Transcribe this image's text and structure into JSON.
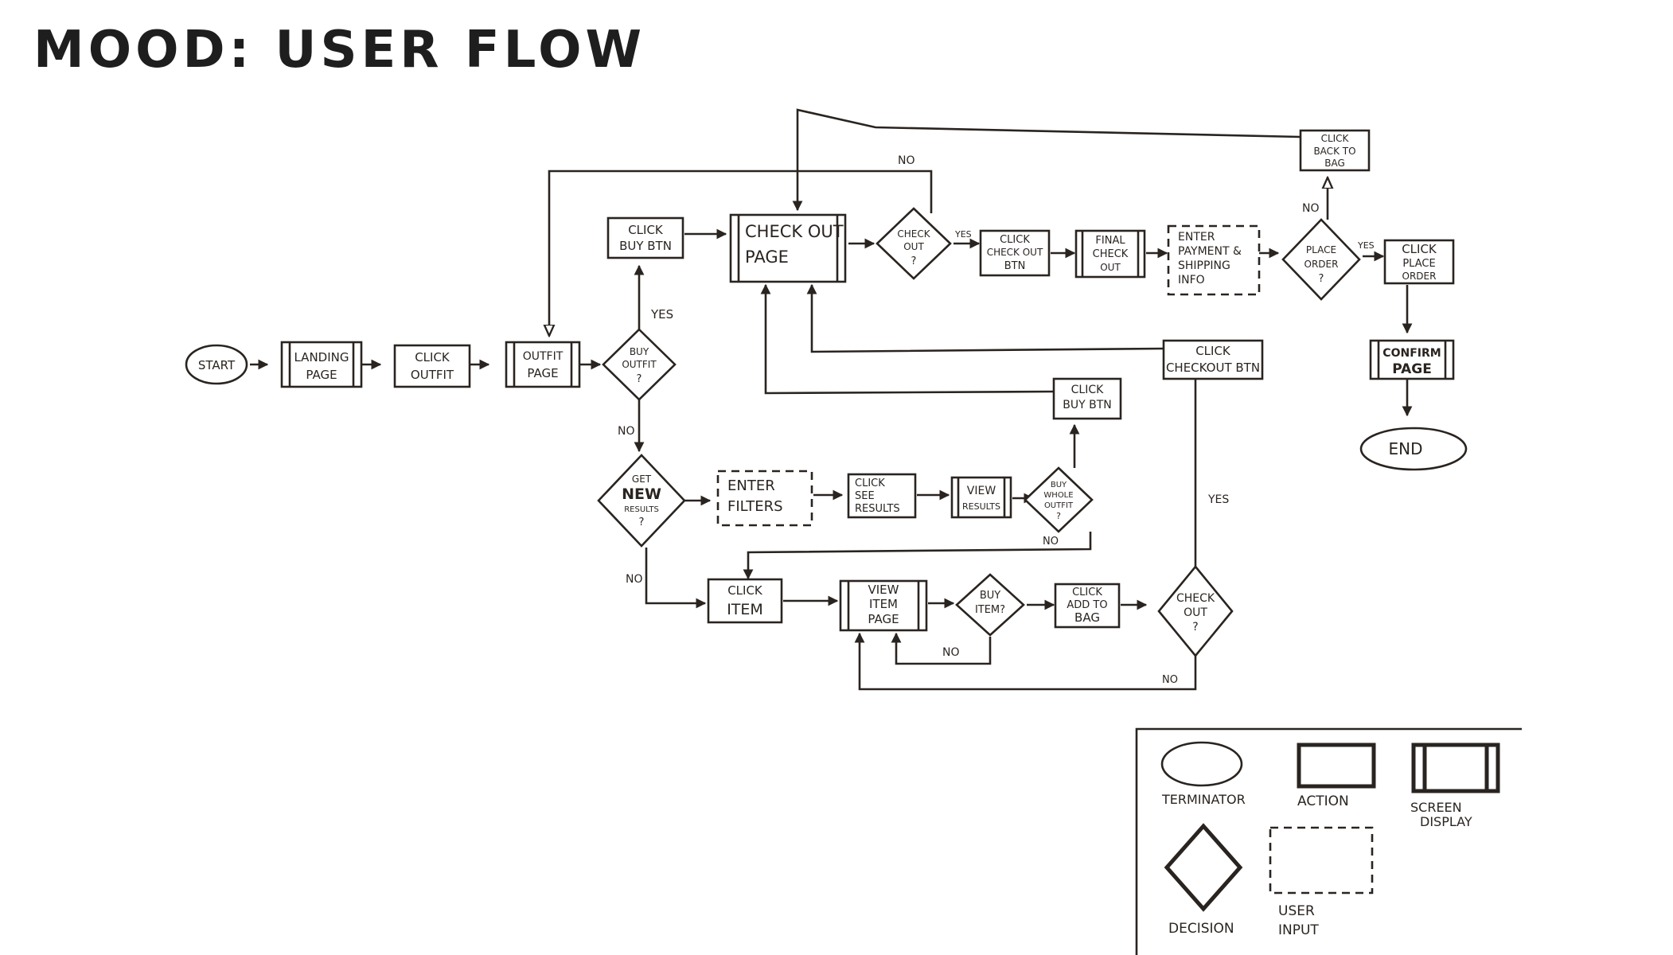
{
  "title": "MOOD: USER FLOW",
  "nodes": {
    "start": "START",
    "landing_page": [
      "LANDING",
      "PAGE"
    ],
    "click_outfit": [
      "CLICK",
      "OUTFIT"
    ],
    "outfit_page": [
      "OUTFIT",
      "PAGE"
    ],
    "buy_outfit": [
      "BUY",
      "OUTFIT",
      "?"
    ],
    "click_buy_btn_top": [
      "CLICK",
      "BUY BTN"
    ],
    "check_out_page": [
      "CHECK OUT",
      "PAGE"
    ],
    "check_out_decision_top": [
      "CHECK",
      "OUT",
      "?"
    ],
    "click_check_out_btn": [
      "CLICK",
      "CHECK OUT",
      "BTN"
    ],
    "final_check_out": [
      "FINAL",
      "CHECK",
      "OUT"
    ],
    "enter_payment": [
      "ENTER",
      "PAYMENT &",
      "SHIPPING",
      "INFO"
    ],
    "place_order": [
      "PLACE",
      "ORDER",
      "?"
    ],
    "click_back_to_bag": [
      "CLICK",
      "BACK TO",
      "BAG"
    ],
    "click_place_order": [
      "CLICK",
      "PLACE",
      "ORDER"
    ],
    "confirm_page": [
      "CONFIRM",
      "PAGE"
    ],
    "end": "END",
    "click_checkout_btn": [
      "CLICK",
      "CHECKOUT BTN"
    ],
    "click_buy_btn_mid": [
      "CLICK",
      "BUY BTN"
    ],
    "get_new_results": [
      "GET",
      "NEW",
      "RESULTS",
      "?"
    ],
    "enter_filters": [
      "ENTER",
      "FILTERS"
    ],
    "click_see_results": [
      "CLICK",
      "SEE",
      "RESULTS"
    ],
    "view_results": [
      "VIEW",
      "RESULTS"
    ],
    "buy_whole_outfit": [
      "BUY",
      "WHOLE",
      "OUTFIT",
      "?"
    ],
    "click_item": [
      "CLICK",
      "ITEM"
    ],
    "view_item_page": [
      "VIEW",
      "ITEM",
      "PAGE"
    ],
    "buy_item": [
      "BUY",
      "ITEM?"
    ],
    "click_add_to_bag": [
      "CLICK",
      "ADD TO",
      "BAG"
    ],
    "check_out_decision_bottom": [
      "CHECK",
      "OUT",
      "?"
    ]
  },
  "edge_labels": {
    "yes_buy_outfit": "YES",
    "no_buy_outfit": "NO",
    "no_check_out_top": "NO",
    "yes_check_out_top": "YES",
    "yes_place_order": "YES",
    "no_place_order": "NO",
    "no_get_new_results": "NO",
    "no_buy_whole_outfit": "NO",
    "yes_check_out_bottom": "YES",
    "no_buy_item": "NO",
    "no_check_out_bottom": "NO"
  },
  "legend": {
    "terminator": "TERMINATOR",
    "action": "ACTION",
    "screen_display": [
      "SCREEN",
      "DISPLAY"
    ],
    "decision": "DECISION",
    "user_input": [
      "USER",
      "INPUT"
    ]
  }
}
